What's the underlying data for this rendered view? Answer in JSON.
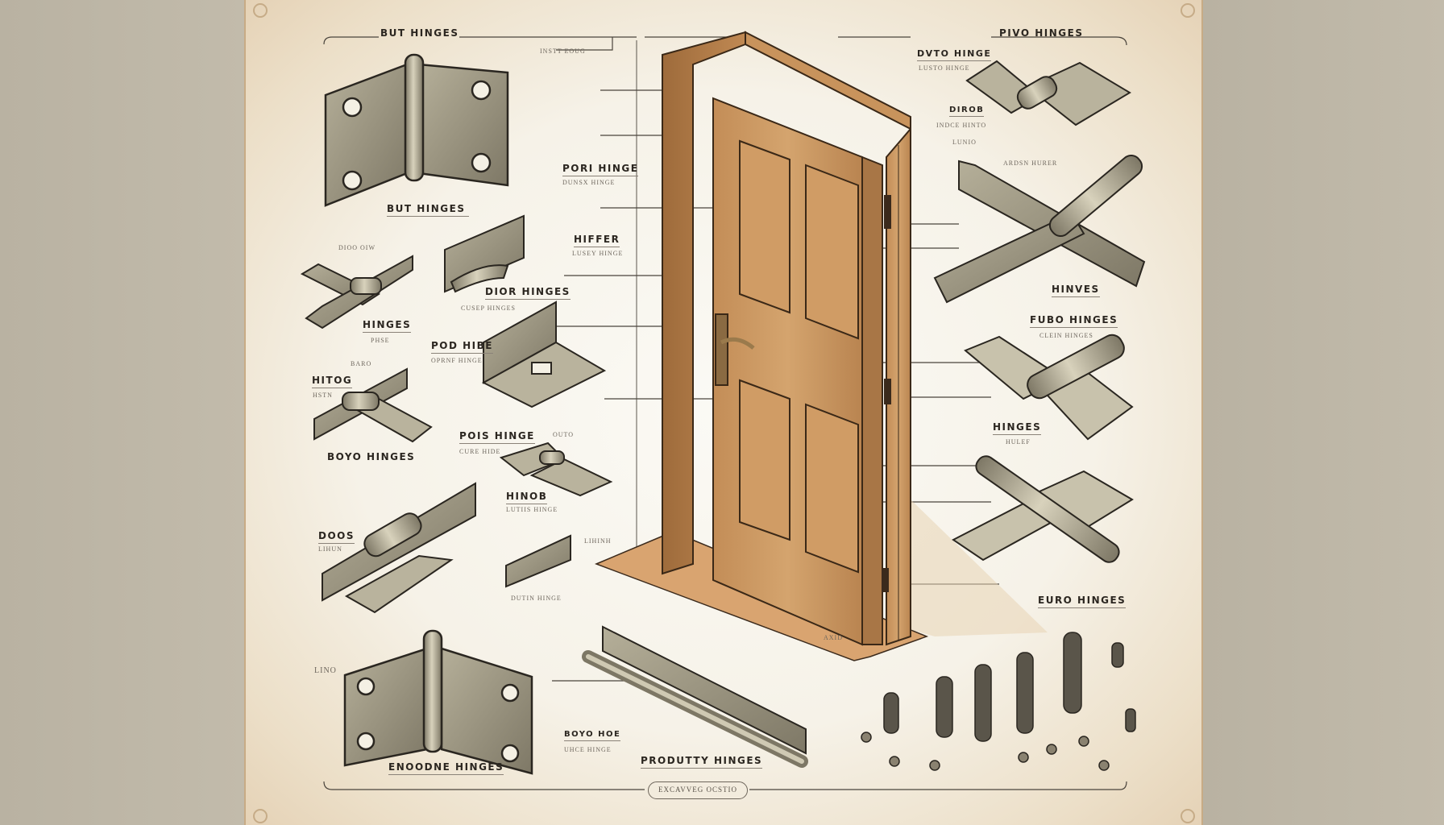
{
  "poster": {
    "colors": {
      "wall": "#bdb6a6",
      "paper": "#f8f5ec",
      "paper_edge": "#e5d2b6",
      "metal": "#9c9682",
      "metal_light": "#c8c2ac",
      "metal_outline": "#2a2620",
      "wood": "#c99662",
      "wood_dark": "#9a6a3c",
      "floor": "#d9a470",
      "ink": "#2b2620"
    },
    "header_left": "BUT HINGES",
    "header_right": "PIVO HINGES",
    "bottom_badge": "EXCAVVEG OCSTIO",
    "labels": [
      {
        "id": "butt-hinges-main",
        "text": "BUT HINGES"
      },
      {
        "id": "pori-hinge",
        "text": "PORI HINGE",
        "sub": "DUNSX HINGE"
      },
      {
        "id": "hiffer",
        "text": "HIFFER",
        "sub": "LUSEY HINGE"
      },
      {
        "id": "dior-hinges",
        "text": "DIOR HINGES",
        "sub": "CUSEP HINGES"
      },
      {
        "id": "dioo-hinges",
        "text": "HINGES",
        "sub": "PHSE",
        "top_note": "DIOO OIW"
      },
      {
        "id": "pod-hibe",
        "text": "POD HIBE",
        "sub": "OPRNF HINGE"
      },
      {
        "id": "hitog",
        "text": "HITOG",
        "sub": "HSTN",
        "top_note": "BARO"
      },
      {
        "id": "boyo-hinoes",
        "text": "BOYO HINGES"
      },
      {
        "id": "pois-hinge",
        "text": "POIS HINGE",
        "sub": "CURE HIDE",
        "top_note": "OUTO"
      },
      {
        "id": "hinob",
        "text": "HINOB",
        "sub": "LUTIIS HINGE"
      },
      {
        "id": "doos",
        "text": "DOOS",
        "sub": "LIHUN"
      },
      {
        "id": "hinod-sm",
        "text": "LIHINH",
        "sub": "DUTIN HINGE"
      },
      {
        "id": "lino",
        "text": "LINO"
      },
      {
        "id": "enoodne-hinges",
        "text": "ENOODNE HINGES"
      },
      {
        "id": "boyo-hoe",
        "text": "BOYO HOE",
        "sub": "UHCE HINGE"
      },
      {
        "id": "produty-hinges",
        "text": "PRODUTTY HINGES"
      },
      {
        "id": "dvto-hinge",
        "text": "DVTO HINGE",
        "sub": "LUSTO HINGE"
      },
      {
        "id": "dirob",
        "text": "DIROB",
        "sub": "INDCE HINTO",
        "note": "LUNIO"
      },
      {
        "id": "hinves",
        "text": "HINVES",
        "top_note": "ARDSN HURER"
      },
      {
        "id": "fubo-hinges",
        "text": "FUBO HINGES",
        "sub": "CLEIN HINGES"
      },
      {
        "id": "hinoes-r",
        "text": "HINGES",
        "sub": "HULEF"
      },
      {
        "id": "euro-hinges",
        "text": "EURO HINGES"
      },
      {
        "id": "floor-mark",
        "text": "AXID"
      },
      {
        "id": "top-note",
        "text": "INSTT EOUG"
      }
    ]
  }
}
